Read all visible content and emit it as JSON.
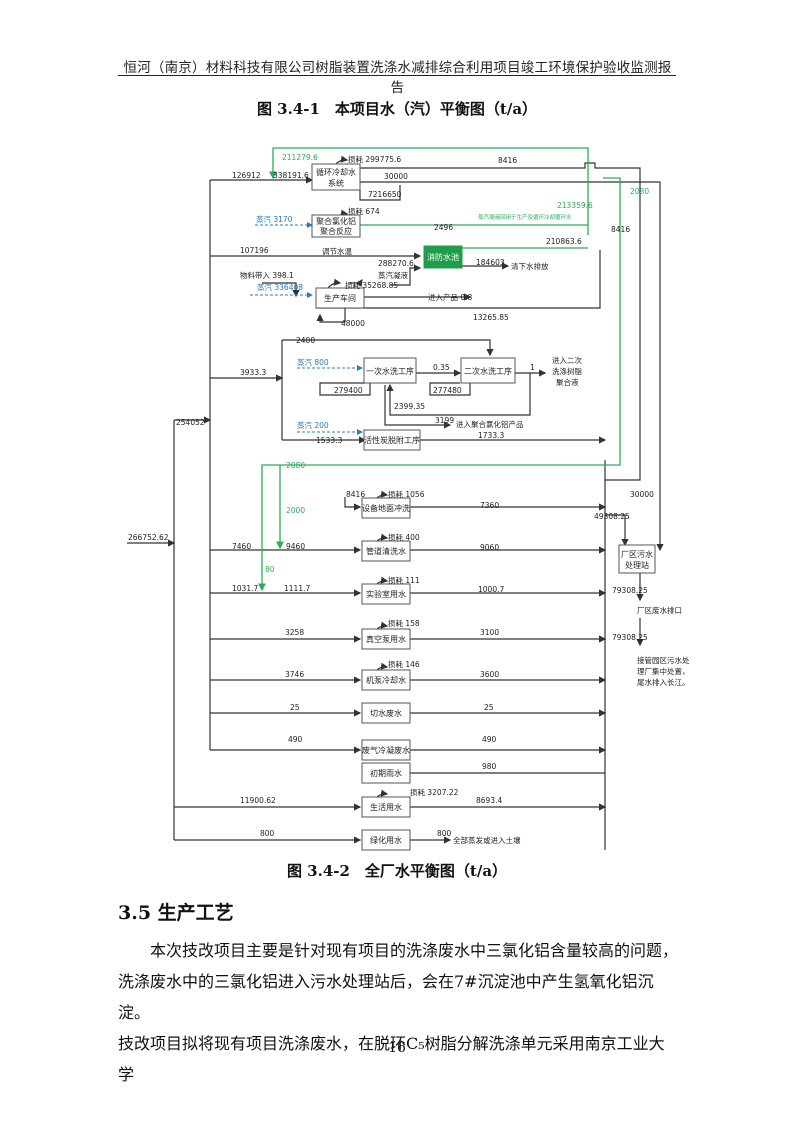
{
  "header": {
    "text": "恒河（南京）材料科技有限公司树脂装置洗涤水减排综合利用项目竣工环境保护验收监测报告"
  },
  "figures": {
    "fig1_caption": "图 3.4-1　本项目水（汽）平衡图（t/a）",
    "fig2_caption": "图 3.4-2　全厂水平衡图（t/a）"
  },
  "diagram": {
    "colors": {
      "line": "#333333",
      "steam": "#2b7bbf",
      "recycle": "#2faa5a",
      "pool_fill": "#1e9e4a"
    },
    "boxes": {
      "cooling": [
        "循环冷却水",
        "系统"
      ],
      "polymer": [
        "聚合氯化铝",
        "聚合反应"
      ],
      "fire_pool": "消防水池",
      "workshop": "生产车间",
      "wash1": "一次水洗工序",
      "wash2": "二次水洗工序",
      "carbon": "活性炭脱附工序",
      "floor": "设备地面冲洗",
      "pipe": "管道清洗水",
      "lab": "实验室用水",
      "vacuum": "真空泵用水",
      "pump": "机泵冷却水",
      "cutting": "切水废水",
      "gas": "废气冷凝废水",
      "rain": "初期雨水",
      "life": "生活用水",
      "green": "绿化用水",
      "wwtp": [
        "厂区污水",
        "处理站"
      ]
    },
    "labels": {
      "v211279": "211279.6",
      "loss_cooling": "损耗 299775.6",
      "v8416_top": "8416",
      "v126912": "126912",
      "v338191": "338191.6",
      "v30000_top": "30000",
      "v7216650": "7216650",
      "loss_polymer": "损耗 674",
      "steam3170": "蒸汽 3170",
      "v2496": "2496",
      "v213359": "213359.6",
      "reuse_note": "蒸汽凝液回用于生产及循环冷却循环水",
      "v2080_right": "2080",
      "v8416_right": "8416",
      "v210863": "210863.6",
      "v107196": "107196",
      "regulate": "调节水温",
      "v288270": "288270.6",
      "condensate": "蒸汽凝液",
      "v184603": "184603",
      "to_drain": "清下水排放",
      "material_in": "物料带入 398.1",
      "steam336408": "蒸汽 336408",
      "loss_workshop": "损耗 35268.85",
      "to_product": "进入产品 0.8",
      "v48000": "48000",
      "v13265": "13265.85",
      "v2400": "2400",
      "v3933": "3933.3",
      "steam800": "蒸汽 800",
      "v035": "0.35",
      "v1": "1",
      "to_second": [
        "进入二次",
        "洗涤树脂",
        "聚合液"
      ],
      "v279400": "279400",
      "v277480": "277480",
      "v2399": "2399.35",
      "v3199": "3199",
      "to_pac": "进入聚合氯化铝产品",
      "v254052": "254052",
      "steam200": "蒸汽 200",
      "v1533": "1533.3",
      "v1733": "1733.3",
      "v2080_left": "2080",
      "v2000": "2000",
      "v80": "80",
      "v8416_floor": "8416",
      "loss_floor": "损耗 1056",
      "v7360": "7360",
      "v30000_right": "30000",
      "v49308": "49308.25",
      "v266752": "266752.62",
      "v7460": "7460",
      "v9460": "9460",
      "loss_pipe": "损耗 400",
      "v9060": "9060",
      "v1031": "1031.7",
      "v1111": "1111.7",
      "loss_lab": "损耗 111",
      "v1000": "1000.7",
      "v79308a": "79308.25",
      "outfall": "厂区废水排口",
      "v79308b": "79308.25",
      "final_note": [
        "接管园区污水处",
        "理厂集中处置，",
        "尾水排入长江。"
      ],
      "loss_vacuum": "损耗 158",
      "v3258": "3258",
      "v3100": "3100",
      "loss_pump": "损耗 146",
      "v3746": "3746",
      "v3600": "3600",
      "v25a": "25",
      "v25b": "25",
      "v490a": "490",
      "v490b": "490",
      "v980": "980",
      "loss_life": "损耗 3207.22",
      "v11900": "11900.62",
      "v8693": "8693.4",
      "v800a": "800",
      "v800b": "800",
      "to_soil": "全部蒸发或进入土壤"
    }
  },
  "section": {
    "heading": "3.5 生产工艺"
  },
  "paragraph": [
    "　　本次技改项目主要是针对现有项目的洗涤废水中三氯化铝含量较高的问题，",
    "洗涤废水中的三氯化铝进入污水处理站后，会在7#沉淀池中产生氢氧化铝沉淀。",
    "技改项目拟将现有项目洗涤废水，在脱环C₅树脂分解洗涤单元采用南京工业大学"
  ],
  "page_number": "16"
}
